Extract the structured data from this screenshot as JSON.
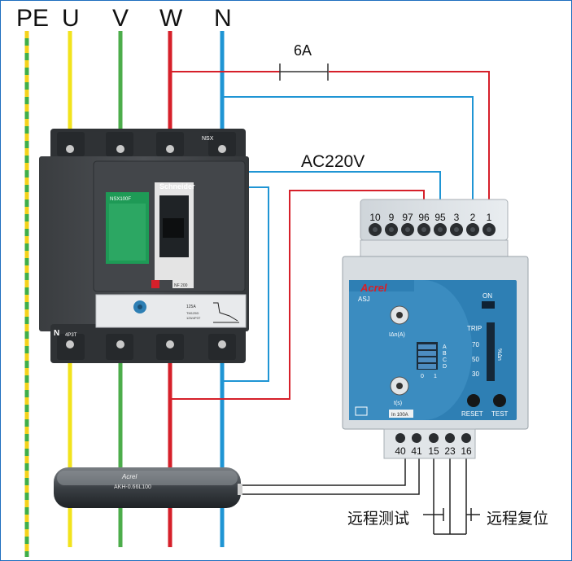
{
  "labels": {
    "pe": "PE",
    "u": "U",
    "v": "V",
    "w": "W",
    "n": "N",
    "rating": "6A",
    "voltage": "AC220V",
    "remote_test": "远程测试",
    "remote_reset": "远程复位"
  },
  "breaker": {
    "brand": "Schneider",
    "model_plate": "NSX100F",
    "marking_top": "NSX",
    "marking_n": "N",
    "marking_bottom": "4P3T",
    "lever_tag": "NF 200",
    "unit_rating": "125A",
    "unit_text_a": "TM125D",
    "unit_text_b": "125/4P3T"
  },
  "relay": {
    "brand": "Acrel",
    "model": "ASJ",
    "top_terminals": [
      "10",
      "9",
      "97",
      "96",
      "95",
      "3",
      "2",
      "1"
    ],
    "bottom_terminals": [
      "40",
      "41",
      "15",
      "23",
      "16"
    ],
    "on_label": "ON",
    "trip_label": "TRIP",
    "trip_scale": [
      "70",
      "50",
      "30"
    ],
    "trip_unit": "%Δn",
    "dip_letters": [
      "A",
      "B",
      "C",
      "D"
    ],
    "dip_numbers": [
      "0",
      "1"
    ],
    "in_label": "IΔn(A)",
    "t_label": "t(s)",
    "reset_button": "RESET",
    "test_button": "TEST",
    "rating_tag": "In 100A"
  },
  "ct": {
    "brand": "Acrel",
    "model": "AKH-0.66L100"
  },
  "colors": {
    "pe_green": "#3fae49",
    "pe_yellow": "#f4d21a",
    "u_yellow": "#f2e31c",
    "v_green": "#4cad4b",
    "w_red": "#d6202a",
    "n_blue": "#1f95d4",
    "relay_blue": "#2e7fb4"
  }
}
